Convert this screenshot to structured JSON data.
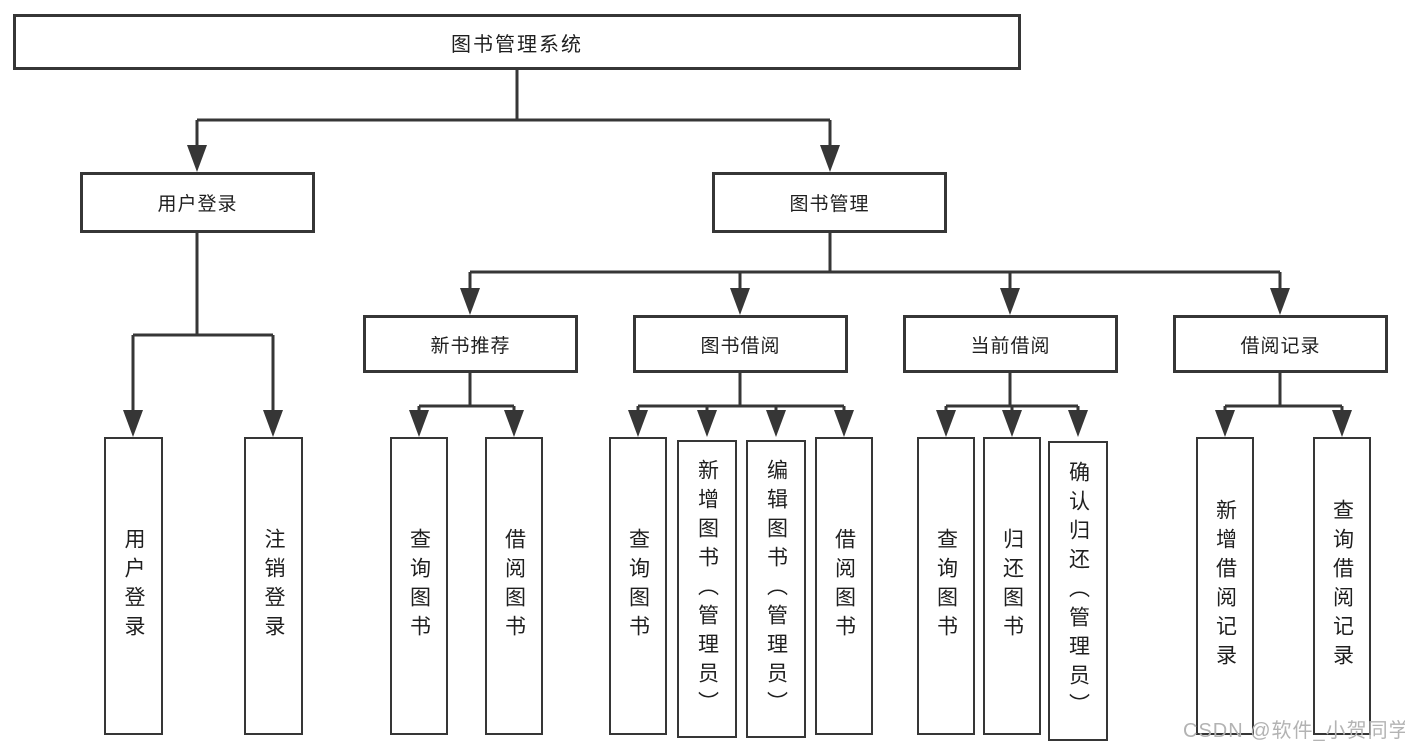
{
  "tree": {
    "root": "图书管理系统",
    "user_branch": {
      "label": "用户登录",
      "children": [
        "用户登录",
        "注销登录"
      ]
    },
    "mgmt_branch": {
      "label": "图书管理"
    },
    "sections": [
      {
        "label": "新书推荐",
        "children": [
          "查询图书",
          "借阅图书"
        ]
      },
      {
        "label": "图书借阅",
        "children": [
          "查询图书",
          "新增图书（管理员）",
          "编辑图书（管理员）",
          "借阅图书"
        ]
      },
      {
        "label": "当前借阅",
        "children": [
          "查询图书",
          "归还图书",
          "确认归还（管理员）"
        ]
      },
      {
        "label": "借阅记录",
        "children": [
          "新增借阅记录",
          "查询借阅记录"
        ]
      }
    ]
  },
  "watermark": "CSDN @软件_小贺同学",
  "colors": {
    "line": "#363636",
    "box_border": "#363636",
    "text": "#1f1f1f",
    "watermark": "#b3b3b3",
    "background": "#ffffff"
  }
}
